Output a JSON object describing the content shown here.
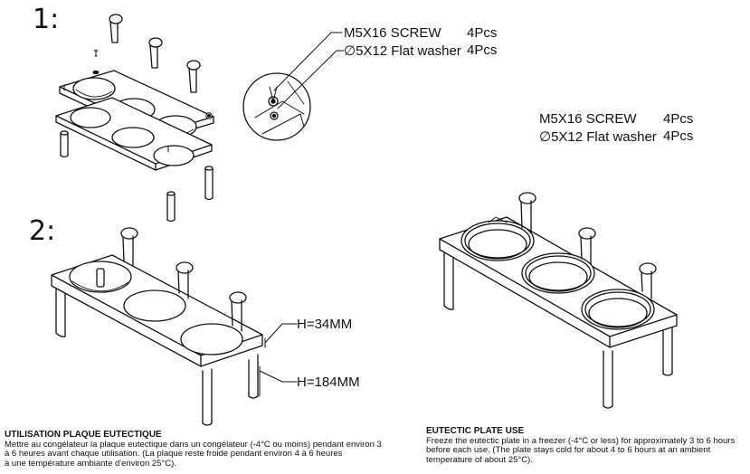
{
  "steps": {
    "step1": "1:",
    "step2": "2:"
  },
  "parts_callout": {
    "screw_name": "M5X16 SCREW",
    "screw_qty": "4Pcs",
    "washer_name": "∅5X12 Flat washer",
    "washer_qty": "4Pcs"
  },
  "parts_list": {
    "screw_name": "M5X16 SCREW",
    "screw_qty": "4Pcs",
    "washer_name": "∅5X12 Flat washer",
    "washer_qty": "4Pcs"
  },
  "dimensions": {
    "top": "H=34MM",
    "bottom": "H=184MM"
  },
  "notes": {
    "fr_title": "UTILISATION PLAQUE EUTECTIQUE",
    "fr_line1": "Mettre au congélateur la plaque eutectique dans un congélateur (-4°C ou moins) pendant environ 3",
    "fr_line2": "à 6 heures  avant  chaque  utilisation.  (La  plaque  reste  froide  pendant  environ  4  à  6  heures",
    "fr_line3": "à  une température ambiante d'environ 25°C).",
    "en_title": "EUTECTIC PLATE USE",
    "en_line1": "Freeze the eutectic plate in a freezer (-4°C or less) for approximately 3 to 6 hours",
    "en_line2": "before each use. (The plate stays cold for about 4 to 6 hours at an ambient",
    "en_line3": "temperature of about 25°C)."
  }
}
